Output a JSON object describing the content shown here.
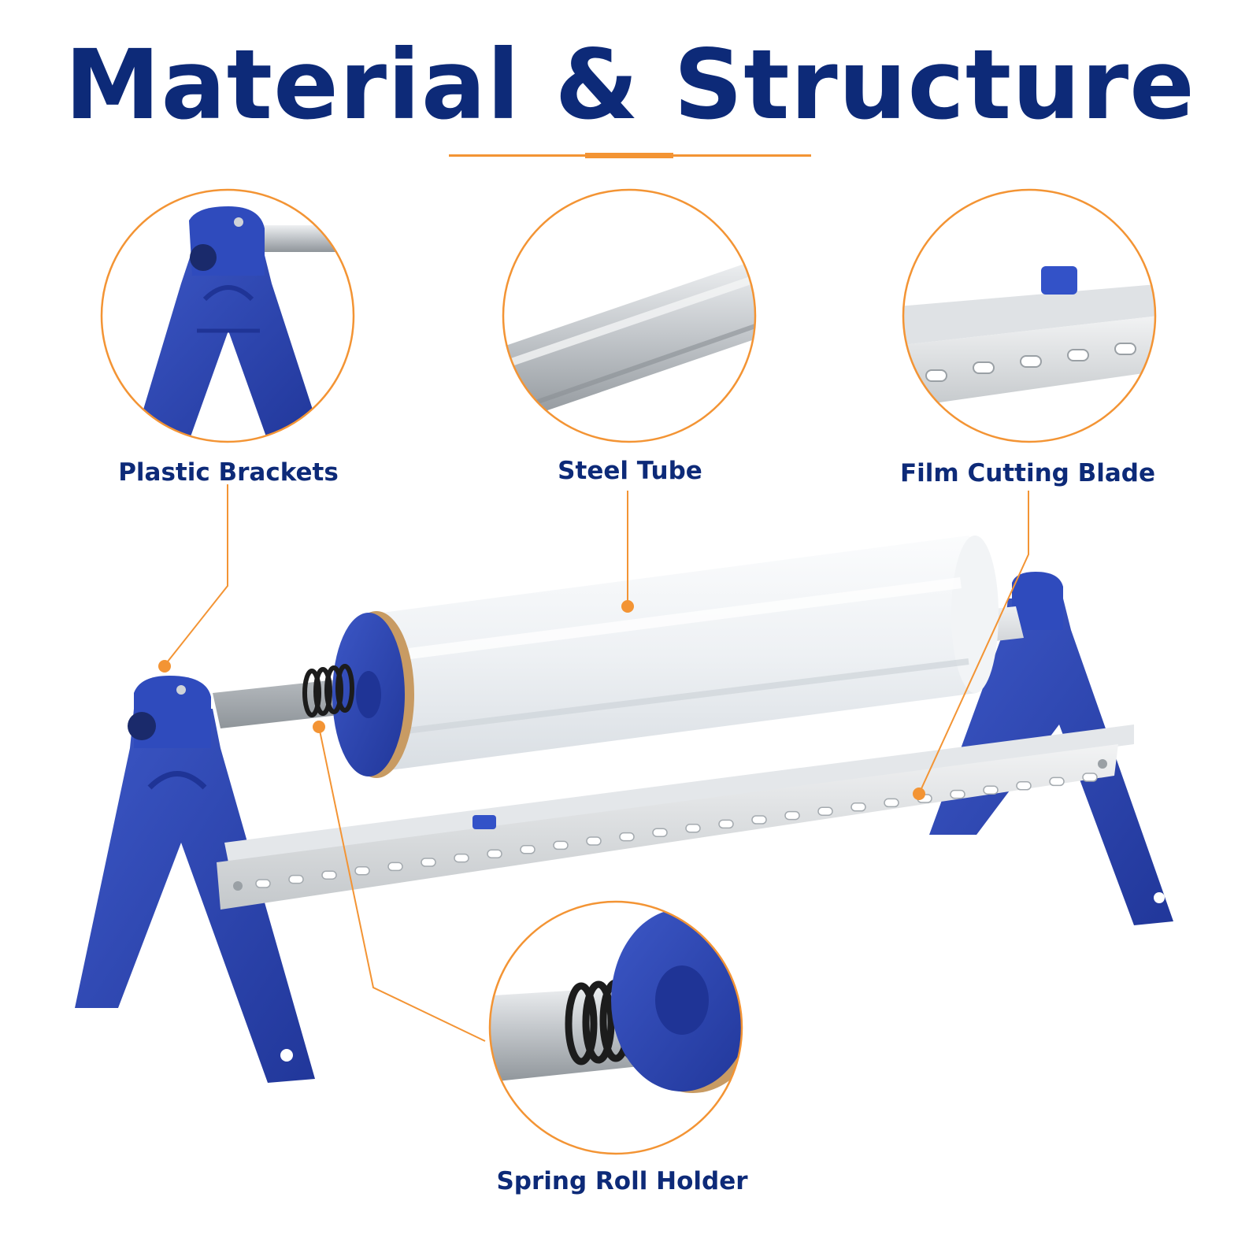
{
  "header": {
    "title": "Material & Structure"
  },
  "callouts": [
    {
      "id": "plastic-brackets",
      "label": "Plastic Brackets"
    },
    {
      "id": "steel-tube",
      "label": "Steel Tube"
    },
    {
      "id": "film-cutting-blade",
      "label": "Film Cutting Blade"
    },
    {
      "id": "spring-roll-holder",
      "label": "Spring Roll Holder"
    }
  ],
  "colors": {
    "title": "#0d2a78",
    "accent": "#f39434",
    "bracket_blue": "#2c46b0",
    "steel": "#c8ccd0"
  }
}
